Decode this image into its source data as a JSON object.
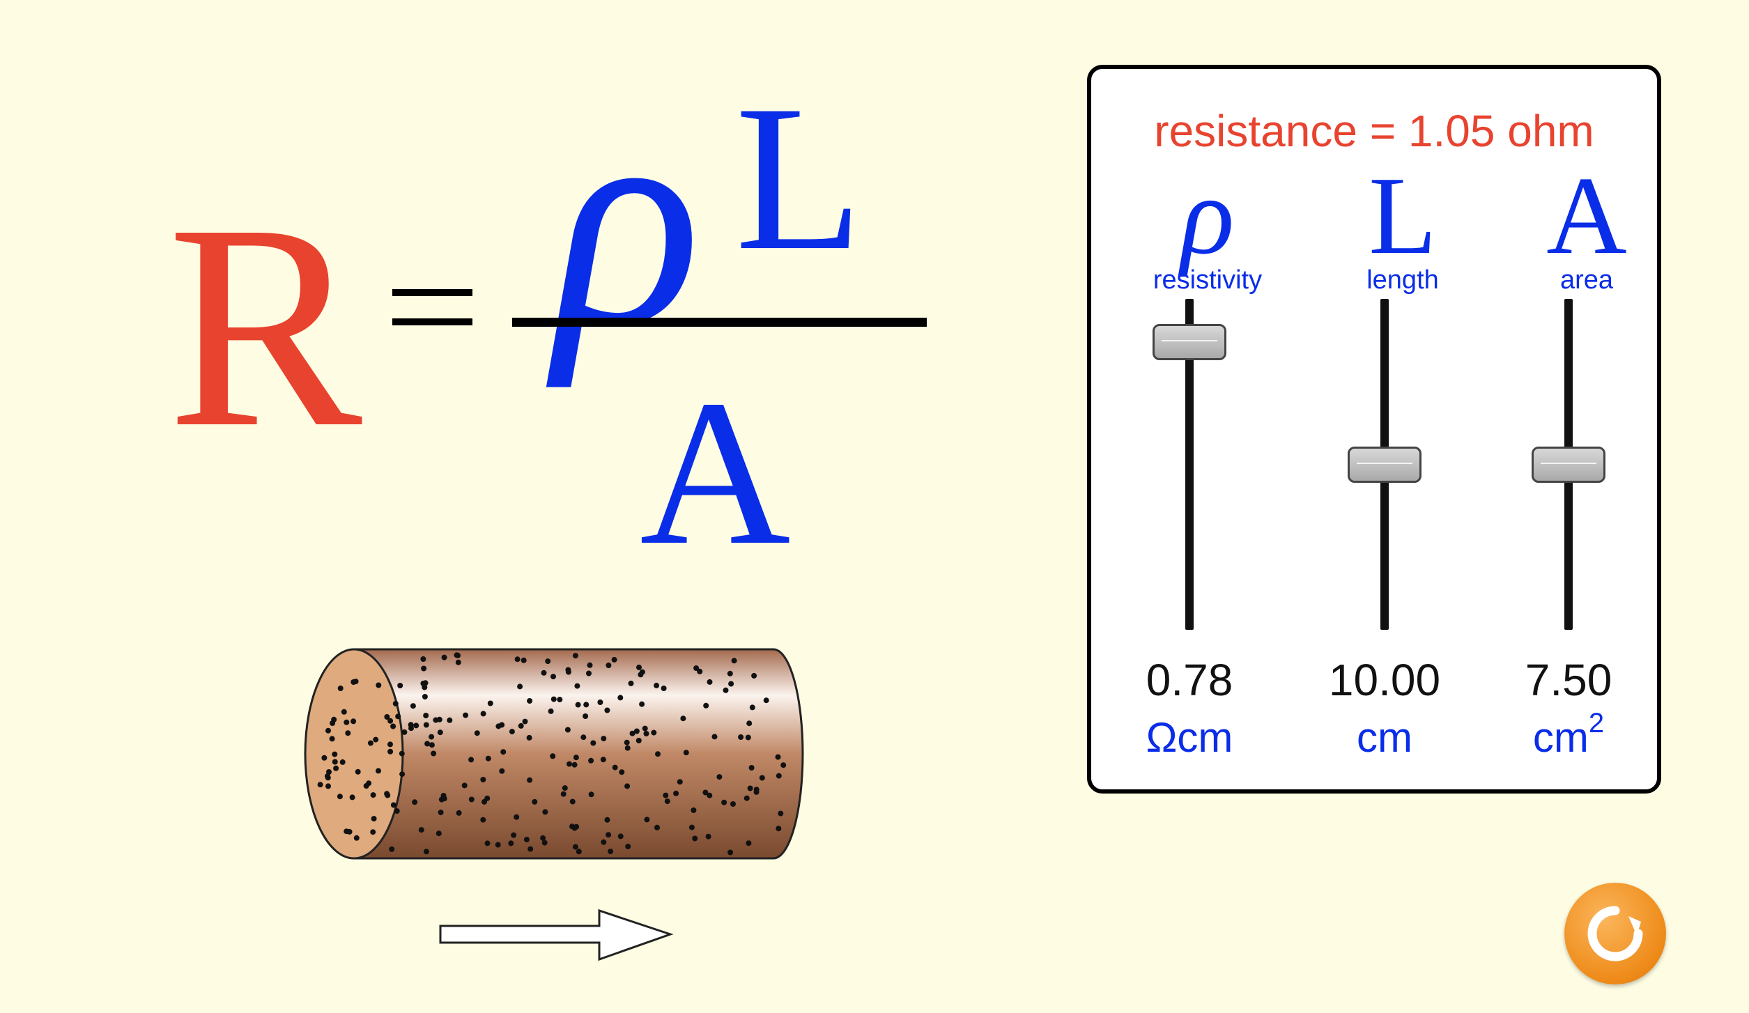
{
  "equation": {
    "lhs": "R",
    "rho": "ρ",
    "numerator_L": "L",
    "denominator": "A"
  },
  "panel": {
    "resistance_text": "resistance = 1.05 ohm",
    "columns": [
      {
        "symbol": "ρ",
        "name": "resistivity",
        "value": "0.78",
        "unit": "Ωcm",
        "unit_sup": "",
        "slider_level": 0.87
      },
      {
        "symbol": "L",
        "name": "length",
        "value": "10.00",
        "unit": "cm",
        "unit_sup": "",
        "slider_level": 0.5
      },
      {
        "symbol": "A",
        "name": "area",
        "value": "7.50",
        "unit": "cm",
        "unit_sup": "2",
        "slider_level": 0.5
      }
    ]
  },
  "colors": {
    "background": "#fefde3",
    "resistance_red": "#e8432f",
    "symbol_blue": "#0a2de8",
    "wire_copper": "#a0674a",
    "reset_orange": "#ee8a18"
  },
  "icons": {
    "reset": "reset-icon",
    "arrow": "current-direction-arrow"
  }
}
